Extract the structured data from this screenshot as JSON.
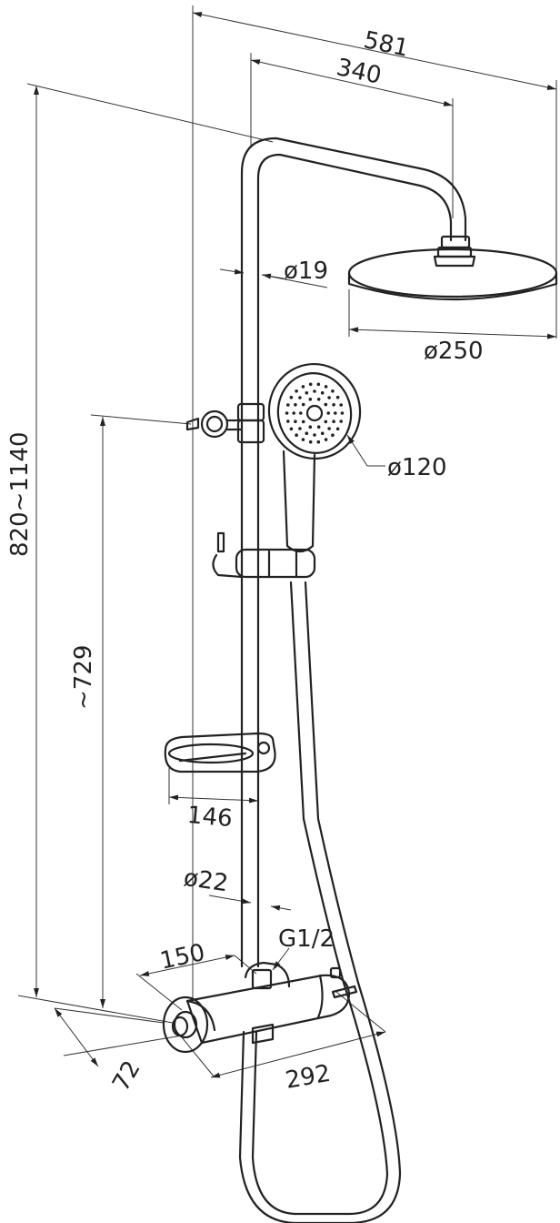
{
  "dimensions": {
    "overall_width": "581",
    "arm_length": "340",
    "riser_diameter": "ø19",
    "head_diameter": "ø250",
    "hand_shower_diameter": "ø120",
    "height_range": "820~1140",
    "hand_height": "~729",
    "soap_dish_width": "146",
    "bar_diameter": "ø22",
    "inlet_spacing": "150",
    "connection_thread": "G1/2",
    "body_depth": "72",
    "body_length": "292"
  }
}
